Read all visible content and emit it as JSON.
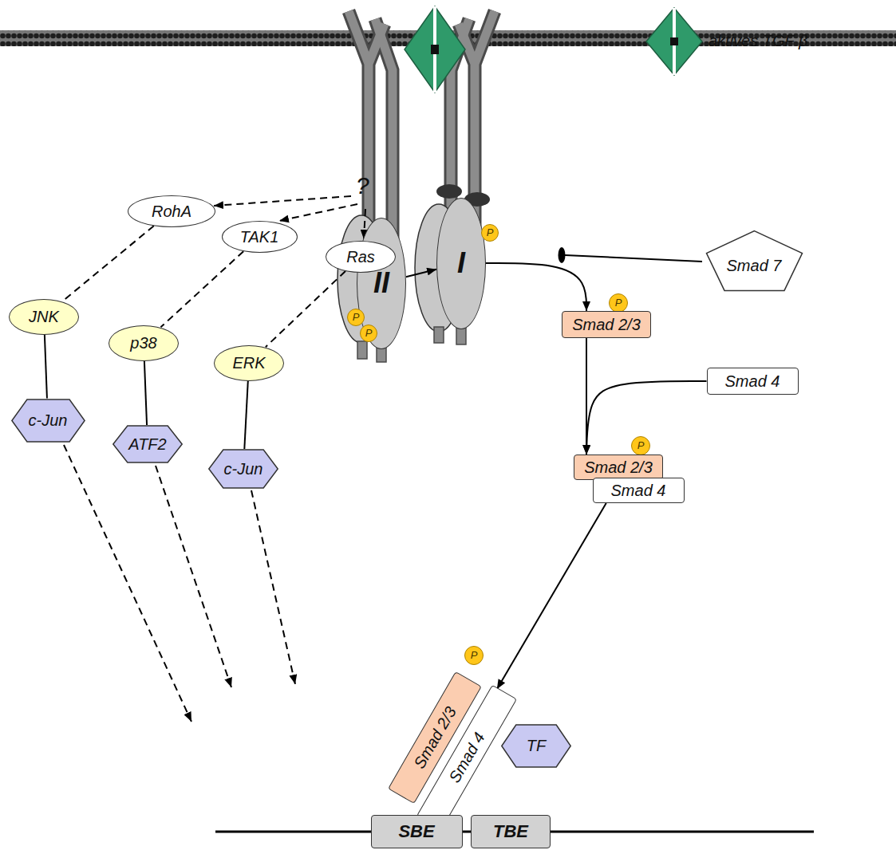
{
  "diagram": {
    "nodes": [
      {
        "text": [
          "II"
        ]
      },
      {
        "text": [
          "P"
        ]
      },
      {
        "text": [
          "P"
        ]
      },
      {
        "text": [
          "I"
        ]
      },
      {
        "text": [
          "P"
        ]
      },
      {
        "text": [
          "Smad 7"
        ]
      },
      {
        "text": [
          "RohA"
        ]
      },
      {
        "text": [
          "TAK1"
        ]
      },
      {
        "text": [
          "Ras"
        ]
      },
      {
        "text": [
          "JNK"
        ]
      },
      {
        "text": [
          "p38"
        ]
      },
      {
        "text": [
          "ERK"
        ]
      },
      {
        "text": [
          "c-Jun"
        ]
      },
      {
        "text": [
          "ATF2"
        ]
      },
      {
        "text": [
          "c-Jun"
        ]
      },
      {
        "text": [
          "P"
        ]
      },
      {
        "text": [
          "Smad 2/3"
        ]
      },
      {
        "text": [
          "Smad 4"
        ]
      },
      {
        "text": [
          "P"
        ]
      },
      {
        "text": [
          "Smad 2/3"
        ]
      },
      {
        "text": [
          "Smad 4"
        ]
      },
      {
        "text": [
          "P"
        ]
      },
      {
        "text": [
          "Smad 2/3"
        ]
      },
      {
        "text": [
          "Smad 4"
        ]
      },
      {
        "text": [
          "TF"
        ]
      },
      {
        "text": [
          "SBE"
        ]
      },
      {
        "text": [
          "TBE"
        ]
      }
    ],
    "edges": [
      {
        "from": 0,
        "to": 3,
        "arrow": "to"
      },
      {
        "from": 3,
        "to": 16,
        "arrow": "to"
      },
      {
        "from": 16,
        "to": 19,
        "arrow": "to"
      },
      {
        "from": 17,
        "to": 19,
        "arrow": "to"
      },
      {
        "from": 20,
        "to": 23,
        "arrow": "to"
      },
      {
        "from": 6,
        "to": 9,
        "arrow": "none"
      },
      {
        "from": 7,
        "to": 10,
        "arrow": "none"
      },
      {
        "from": 8,
        "to": 11,
        "arrow": "none"
      },
      {
        "from": 9,
        "to": 12,
        "arrow": "none"
      },
      {
        "from": 10,
        "to": 13,
        "arrow": "none"
      },
      {
        "from": 11,
        "to": 14,
        "arrow": "none"
      }
    ],
    "labels": [
      "aktives TGF β",
      "?"
    ]
  }
}
